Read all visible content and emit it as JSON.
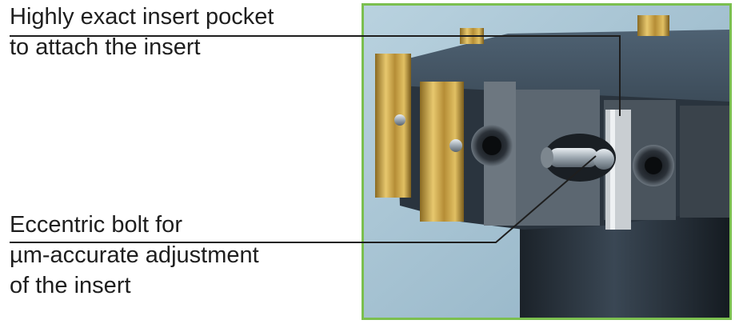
{
  "labels": {
    "insert_pocket": [
      "Highly exact insert pocket",
      "to attach the insert"
    ],
    "eccentric_bolt": [
      "Eccentric bolt for",
      "µm-accurate adjustment",
      "of the insert"
    ]
  },
  "colors": {
    "frame_border": "#7bbf4f",
    "background": "#a7c3d2",
    "tool_body": "#2c3640",
    "insert_gold": "#c9a24a",
    "leader_line": "#1e1e1e"
  }
}
